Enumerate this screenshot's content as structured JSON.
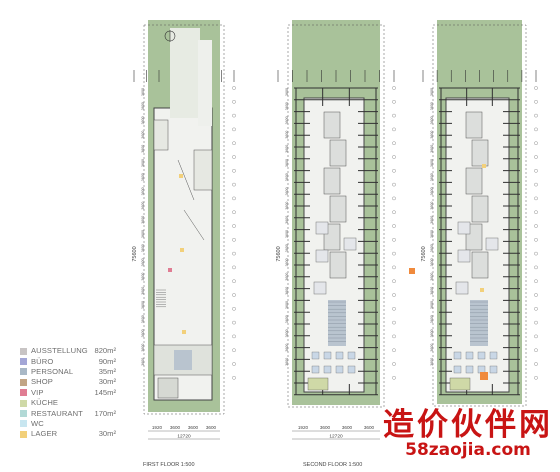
{
  "legend": [
    {
      "label": "AUSSTELLUNG",
      "area": "820m²",
      "color": "#c8c4c4"
    },
    {
      "label": "BÜRO",
      "area": "90m²",
      "color": "#a3a6d6"
    },
    {
      "label": "PERSONAL",
      "area": "35m²",
      "color": "#a9b8c6"
    },
    {
      "label": "SHOP",
      "area": "30m²",
      "color": "#c2a585"
    },
    {
      "label": "VIP",
      "area": "145m²",
      "color": "#e07d93"
    },
    {
      "label": "KÜCHE",
      "area": "",
      "color": "#cfd9a7"
    },
    {
      "label": "RESTAURANT",
      "area": "170m²",
      "color": "#b2d9d6"
    },
    {
      "label": "WC",
      "area": "",
      "color": "#c8e6f0"
    },
    {
      "label": "LAGER",
      "area": "30m²",
      "color": "#f2d07a"
    }
  ],
  "plans": [
    {
      "title": "FIRST FLOOR 1:500"
    },
    {
      "title": "SECOND FLOOR 1:500"
    },
    {
      "title": ""
    }
  ],
  "dimensions": {
    "overall_length": "75600",
    "overall_width": "12720",
    "bay": "3600",
    "width_parts": [
      "1920",
      "3600",
      "3600",
      "3600"
    ]
  },
  "watermark": {
    "chinese": "造价伙伴网",
    "url": "58zaojia.com"
  },
  "colors": {
    "site_green": "#a9c29a",
    "building": "#f1f2ef",
    "stair_blue": "#b9c4cf",
    "accent_orange": "#f08a3c"
  }
}
